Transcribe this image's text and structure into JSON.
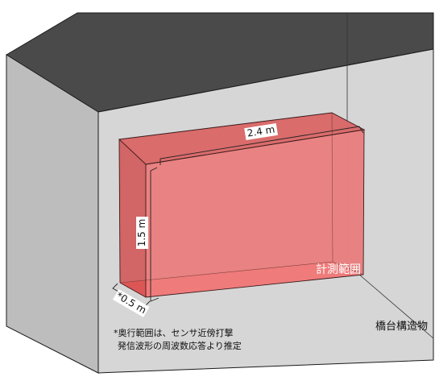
{
  "diagram": {
    "dimensions": {
      "width": "2.4 m",
      "height": "1.5 m",
      "depth": "*0.5 m"
    },
    "measurement_range_label": "計測範囲",
    "structure_label": "橋台構造物",
    "note_lines": [
      "*奥行範囲は、センサ近傍打撃",
      "発信波形の周波数応答より推定"
    ],
    "colors": {
      "box_top": "#4a4a4a",
      "box_front": "#cfcfcf",
      "box_inner": "#d4d4d4",
      "region_red": "#e23232",
      "region_pink": "#f08a8a",
      "edge": "#1a1a1a"
    }
  }
}
